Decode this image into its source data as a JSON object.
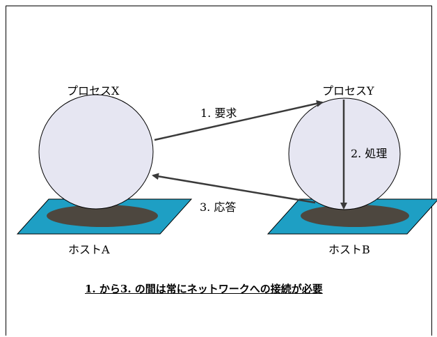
{
  "process_x": "プロセスX",
  "process_y": "プロセスY",
  "host_a": "ホストA",
  "host_b": "ホストB",
  "step_request": "1. 要求",
  "step_process": "2. 処理",
  "step_response": "3. 応答",
  "footer_note": "1. から3. の間は常にネットワークへの接続が必要",
  "colors": {
    "sphere_fill": "#e6e6f2",
    "platform_fill": "#1e9fc4",
    "shadow_fill": "#4d473f",
    "arrow": "#3a3a3a"
  }
}
